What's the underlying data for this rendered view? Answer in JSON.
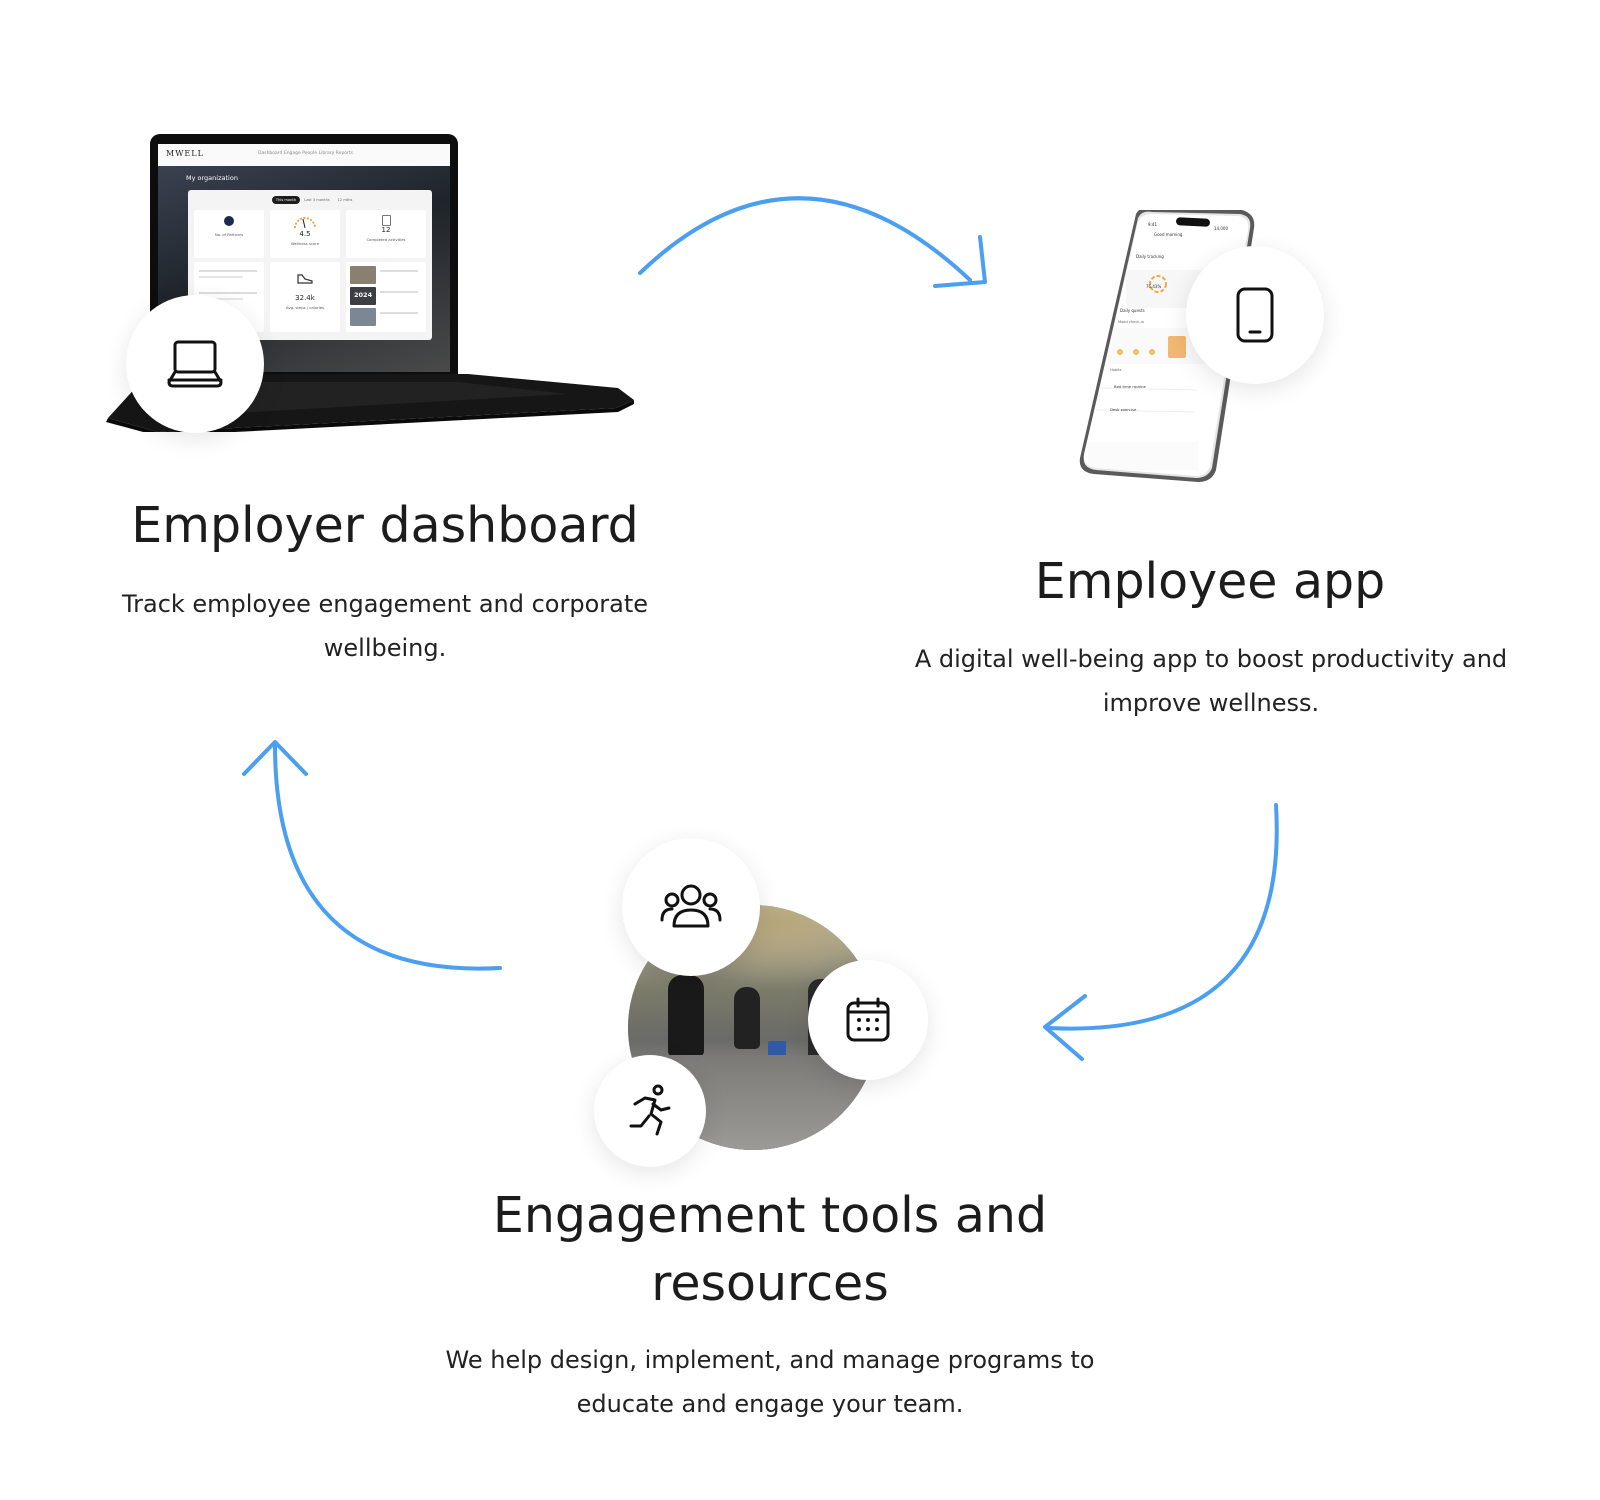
{
  "sections": {
    "dashboard": {
      "title": "Employer dashboard",
      "description": "Track employee engagement and corporate wellbeing.",
      "icon": "laptop-icon"
    },
    "employee_app": {
      "title": "Employee app",
      "description": "A digital well-being app to boost productivity and improve wellness.",
      "icon": "smartphone-icon"
    },
    "engagement": {
      "title": "Engagement tools and resources",
      "description": "We help design, implement, and manage programs to educate and engage your team.",
      "icons": [
        "users-icon",
        "calendar-icon",
        "running-person-icon"
      ]
    }
  },
  "laptop_screen": {
    "logo": "MWELL",
    "nav": "Dashboard   Engage   People   Library   Reports",
    "org_title": "My organization",
    "tabs": [
      "This month",
      "Last 3 months",
      "12 mths"
    ],
    "stats": {
      "members_label": "No. of Partners",
      "wellness_score": "4.5",
      "wellness_label": "Wellness score",
      "activities": "12",
      "activities_label": "Completed activities",
      "calories": "32.4k",
      "calories_label": "Avg. steps / calories",
      "year_badge": "2024"
    }
  },
  "phone_screen": {
    "time": "9:41",
    "greeting": "Good morning",
    "points": "14,000",
    "daily_tracking": "Daily tracking",
    "steps_value": "76.43%",
    "daily_quests": "Daily quests",
    "mood_checkin": "Mood check-in",
    "habits": "Habits",
    "habit_1": "Bed time routine",
    "habit_2": "Desk exercise"
  },
  "colors": {
    "arrow": "#4a9ff0",
    "heading": "#1c1c1c",
    "accent_orange": "#f0a84a"
  }
}
